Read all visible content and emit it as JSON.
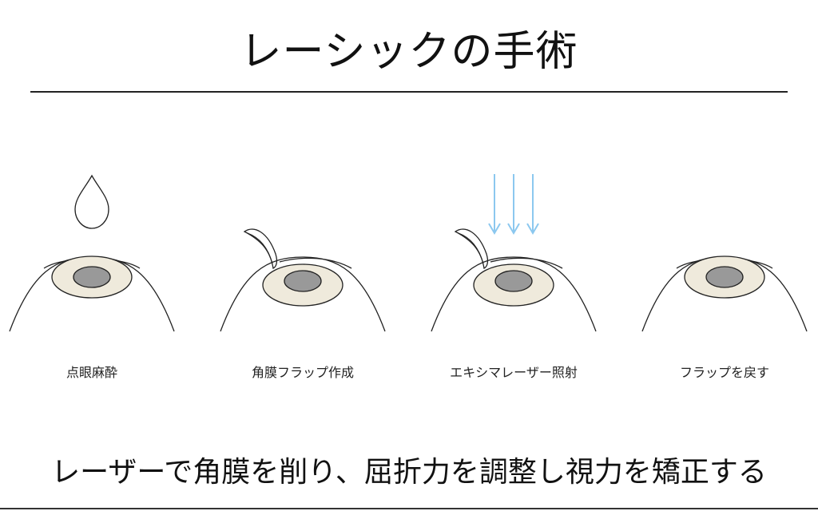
{
  "title": "レーシックの手術",
  "steps": [
    {
      "label": "点眼麻酔"
    },
    {
      "label": "角膜フラップ作成"
    },
    {
      "label": "エキシマレーザー照射"
    },
    {
      "label": "フラップを戻す"
    }
  ],
  "summary": "レーザーで角膜を削り、屈折力を調整し視力を矯正する",
  "colors": {
    "iris": "#efeadc",
    "pupil": "#999999",
    "laser": "#8cc8ef",
    "stroke": "#222222"
  }
}
